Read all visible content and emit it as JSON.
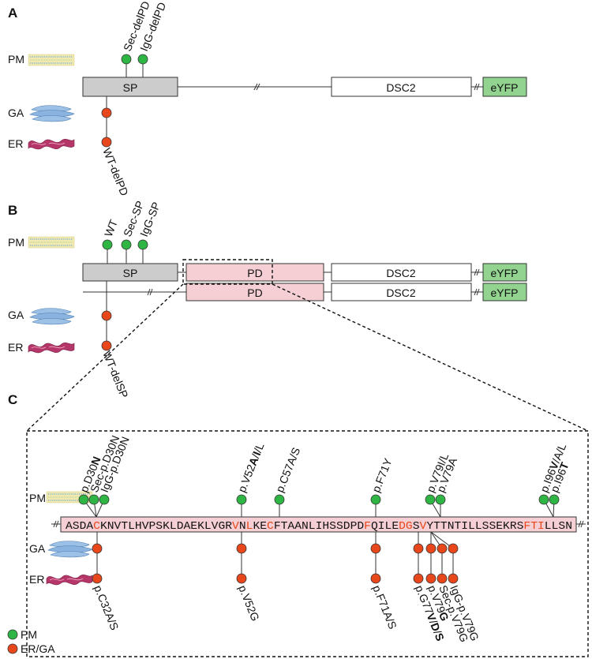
{
  "panels": {
    "a": "A",
    "b": "B",
    "c": "C"
  },
  "compartments": {
    "pm": "PM",
    "ga": "GA",
    "er": "ER"
  },
  "domains": {
    "sp": "SP",
    "pd": "PD",
    "dsc2": "DSC2",
    "eyfp": "eYFP"
  },
  "panel_a": {
    "green_labels": [
      "Sec-delPD",
      "IgG-delPD"
    ],
    "red_label": "WT-delPD"
  },
  "panel_b": {
    "green_labels": [
      "WT",
      "Sec-SP",
      "IgG-SP"
    ],
    "red_label": "WT-delSP"
  },
  "panel_c": {
    "sequence": [
      {
        "t": "ASDA",
        "hl": false
      },
      {
        "t": "C",
        "hl": true
      },
      {
        "t": "KNVTLHVPSKLDAEKLVGR",
        "hl": false
      },
      {
        "t": "V",
        "hl": true
      },
      {
        "t": "N",
        "hl": false
      },
      {
        "t": "L",
        "hl": true
      },
      {
        "t": "KE",
        "hl": false
      },
      {
        "t": "C",
        "hl": true
      },
      {
        "t": "FTAANLIHSSDPD",
        "hl": false
      },
      {
        "t": "F",
        "hl": true
      },
      {
        "t": "QILE",
        "hl": false
      },
      {
        "t": "DG",
        "hl": true
      },
      {
        "t": "S",
        "hl": false
      },
      {
        "t": "V",
        "hl": true
      },
      {
        "t": "YTTNTILLSSEKRS",
        "hl": false
      },
      {
        "t": "FTI",
        "hl": true
      },
      {
        "t": "LLSN",
        "hl": false
      }
    ],
    "green_labels": {
      "d30_a": "p.D30",
      "d30_b": "N",
      "d30_sec": "Sec-p.D30N",
      "d30_igg": "IgG-p.D30N",
      "v52_a": "p.V52",
      "v52_b": "A",
      "v52_c": "/",
      "v52_d": "I",
      "v52_e": "/L",
      "c57": "p.C57A/S",
      "f71": "p.F71Y",
      "v79il": "p.V79I/L",
      "v79a": "p.V79A",
      "i96_a": "p.I96",
      "i96_b": "V",
      "i96_c": "/A/L",
      "i96t_a": "p.I96",
      "i96t_b": "T"
    },
    "red_labels": {
      "c32": "p.C32A/S",
      "v52g": "p.V52G",
      "f71": "p.F71A/S",
      "g77_a": "p.G77",
      "g77_b": "V",
      "g77_c": "/",
      "g77_d": "D",
      "g77_e": "/",
      "g77_f": "S",
      "v79g_a": "p.V79",
      "v79g_b": "G",
      "v79g_sec": "Sec-p.V79G",
      "v79g_igg": "IgG-p.V79G"
    }
  },
  "legend": {
    "pm": "PM",
    "ergs": "ER/GA"
  },
  "colors": {
    "green": "#2fb544",
    "red": "#e8471b",
    "sp_fill": "#cccccc",
    "pd_fill": "#f5cfd4",
    "eyfp_fill": "#92d48f",
    "membrane": "#e8e0a0",
    "golgi": "#7ea6d6",
    "er": "#b5376a",
    "highlight": "#e8471b"
  }
}
